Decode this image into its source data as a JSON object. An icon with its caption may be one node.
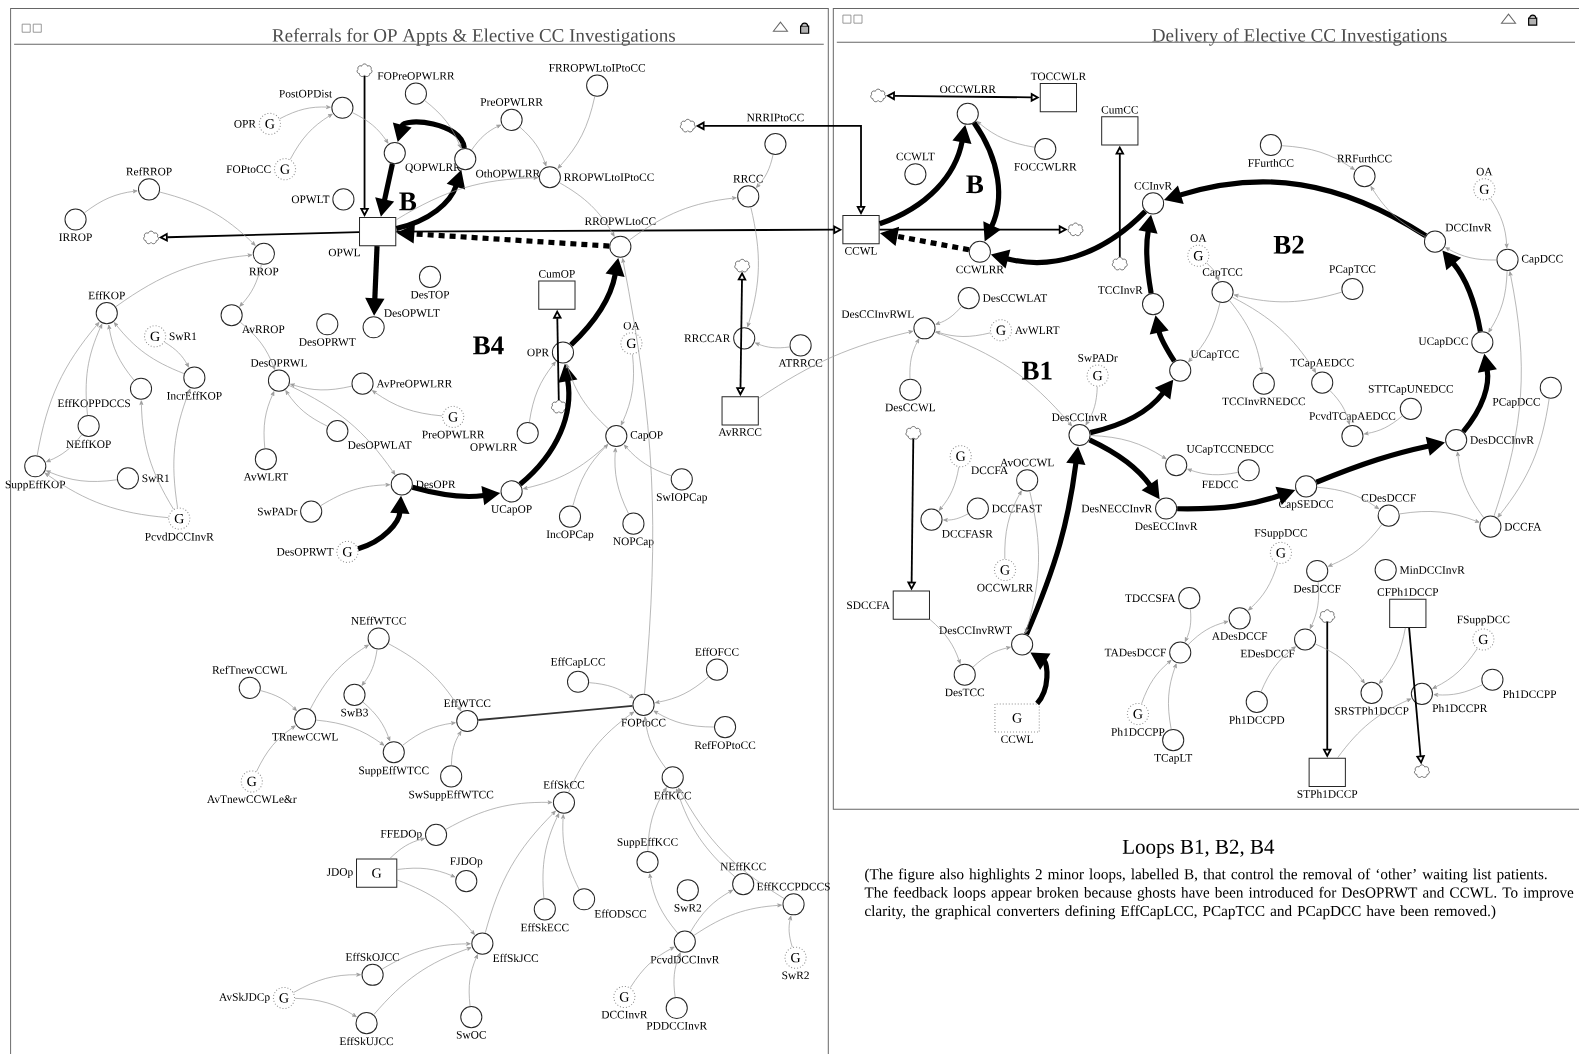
{
  "diagram": {
    "title": "Loops B1, B2, B4",
    "caption": "(The figure also highlights 2 minor loops, labelled B, that control the removal of ‘other’ waiting list patients. The feedback loops appear broken because ghosts have been introduced for DesOPRWT and CCWL. To improve clarity, the graphical converters defining EffCapLCC, PCapTCC and PCapDCC have been removed.)",
    "nodes": [
      {
        "text": [
          "Referrals for OP Appts & Elective CC Investigations"
        ]
      },
      {
        "text": [],
        "shape": "cloud",
        "in": 0
      },
      {
        "text": [
          "PostOPDist"
        ],
        "in": 0
      },
      {
        "text": [
          "OPR",
          "G"
        ],
        "in": 0
      },
      {
        "text": [
          "FOPtoCC",
          "G"
        ],
        "in": 0
      },
      {
        "text": [
          "FOPreOPWLRR"
        ],
        "in": 0
      },
      {
        "text": [
          "FRROPWLtoIPtoCC"
        ],
        "in": 0
      },
      {
        "text": [
          "PreOPWLRR"
        ],
        "in": 0
      },
      {
        "text": [
          "QOPWLRR"
        ],
        "in": 0
      },
      {
        "text": [
          "OthOPWLRR"
        ],
        "in": 0
      },
      {
        "text": [
          "RROPWLtoIPtoCC"
        ],
        "in": 0
      },
      {
        "text": [
          "OPWLT"
        ],
        "in": 0
      },
      {
        "text": [
          "IRROP"
        ],
        "in": 0
      },
      {
        "text": [
          "RefRROP"
        ],
        "in": 0
      },
      {
        "text": [],
        "shape": "cloud",
        "in": 0
      },
      {
        "text": [
          "OPWL"
        ],
        "in": 0
      },
      {
        "text": [
          "RROP"
        ],
        "in": 0
      },
      {
        "text": [
          "RROPWLtoCC"
        ],
        "in": 0
      },
      {
        "text": [
          "RRCC"
        ],
        "in": 0
      },
      {
        "text": [
          "NRRIPtoCC"
        ],
        "in": 0
      },
      {
        "text": [],
        "shape": "cloud",
        "in": 0
      },
      {
        "text": [
          "DesTOP"
        ],
        "in": 0
      },
      {
        "text": [
          "DesOPWLT"
        ],
        "in": 0
      },
      {
        "text": [
          "DesOPRWT"
        ],
        "in": 0
      },
      {
        "text": [
          "AvRROP"
        ],
        "in": 0
      },
      {
        "text": [
          "DesOPRWL"
        ],
        "in": 0
      },
      {
        "text": [
          "AvPreOPWLRR"
        ],
        "in": 0
      },
      {
        "text": [
          "EffKOP"
        ],
        "in": 0
      },
      {
        "text": [
          "G",
          "SwR1"
        ],
        "in": 0
      },
      {
        "text": [
          "IncrEffKOP"
        ],
        "in": 0
      },
      {
        "text": [
          "EffKOPPDCCS"
        ],
        "in": 0
      },
      {
        "text": [
          "NEffKOP"
        ],
        "in": 0
      },
      {
        "text": [
          "SuppEffKOP"
        ],
        "in": 0
      },
      {
        "text": [
          "SwR1"
        ],
        "in": 0
      },
      {
        "text": [
          "G",
          "PcvdDCCInvR"
        ],
        "in": 0
      },
      {
        "text": [
          "DesOPWLAT"
        ],
        "in": 0
      },
      {
        "text": [
          "AvWLRT"
        ],
        "in": 0
      },
      {
        "text": [
          "SwPADr"
        ],
        "in": 0
      },
      {
        "text": [
          "G",
          "PreOPWLRR"
        ],
        "in": 0
      },
      {
        "text": [
          "OPWLRR"
        ],
        "in": 0
      },
      {
        "text": [
          "DesOPR"
        ],
        "in": 0
      },
      {
        "text": [
          "DesOPRWT",
          "G"
        ],
        "in": 0
      },
      {
        "text": [
          "UCapOP"
        ],
        "in": 0
      },
      {
        "text": [
          "CumOP"
        ],
        "in": 0
      },
      {
        "text": [
          "OPR"
        ],
        "in": 0
      },
      {
        "text": [],
        "shape": "cloud",
        "in": 0
      },
      {
        "text": [
          "OA",
          "G"
        ],
        "in": 0
      },
      {
        "text": [
          "CapOP"
        ],
        "in": 0
      },
      {
        "text": [
          "SwIOPCap"
        ],
        "in": 0
      },
      {
        "text": [
          "IncOPCap"
        ],
        "in": 0
      },
      {
        "text": [
          "NOPCap"
        ],
        "in": 0
      },
      {
        "text": [
          "RRCCAR"
        ],
        "in": 0
      },
      {
        "text": [
          "ATRRCC"
        ],
        "in": 0
      },
      {
        "text": [],
        "shape": "cloud",
        "in": 0
      },
      {
        "text": [
          "AvRRCC"
        ],
        "in": 0
      },
      {
        "text": [
          "NEffWTCC"
        ],
        "in": 0
      },
      {
        "text": [
          "RefTnewCCWL"
        ],
        "in": 0
      },
      {
        "text": [
          "SwB3"
        ],
        "in": 0
      },
      {
        "text": [
          "TRnewCCWL"
        ],
        "in": 0
      },
      {
        "text": [
          "EffWTCC"
        ],
        "in": 0
      },
      {
        "text": [
          "SuppEffWTCC"
        ],
        "in": 0
      },
      {
        "text": [
          "G",
          "AvTnewCCWLe&r"
        ],
        "in": 0
      },
      {
        "text": [
          "EffCapLCC"
        ],
        "in": 0
      },
      {
        "text": [
          "FOPtoCC"
        ],
        "in": 0
      },
      {
        "text": [
          "EffOFCC"
        ],
        "in": 0
      },
      {
        "text": [
          "RefFOPtoCC"
        ],
        "in": 0
      },
      {
        "text": [
          "EffSkCC"
        ],
        "in": 0
      },
      {
        "text": [
          "SwSuppEffWTCC"
        ],
        "in": 0
      },
      {
        "text": [
          "EffKCC"
        ],
        "in": 0
      },
      {
        "text": [
          "FFEDOp"
        ],
        "in": 0
      },
      {
        "text": [
          "JDOp",
          "G"
        ],
        "in": 0
      },
      {
        "text": [
          "FJDOp"
        ],
        "in": 0
      },
      {
        "text": [
          "EffSkECC"
        ],
        "in": 0
      },
      {
        "text": [
          "EffODSCC"
        ],
        "in": 0
      },
      {
        "text": [
          "SuppEffKCC"
        ],
        "in": 0
      },
      {
        "text": [
          "NEffKCC"
        ],
        "in": 0
      },
      {
        "text": [
          "SwR2"
        ],
        "in": 0
      },
      {
        "text": [
          "EffKCCPDCCS"
        ],
        "in": 0
      },
      {
        "text": [
          "G",
          "SwR2"
        ],
        "in": 0
      },
      {
        "text": [
          "PcvdDCCInvR"
        ],
        "in": 0
      },
      {
        "text": [
          "G",
          "DCCInvR"
        ],
        "in": 0
      },
      {
        "text": [
          "PDDCCInvR"
        ],
        "in": 0
      },
      {
        "text": [
          "EffSkJCC"
        ],
        "in": 0
      },
      {
        "text": [
          "EffSkOJCC"
        ],
        "in": 0
      },
      {
        "text": [
          "AvSkJDCp",
          "G"
        ],
        "in": 0
      },
      {
        "text": [
          "EffSkUJCC"
        ],
        "in": 0
      },
      {
        "text": [
          "SwOC"
        ],
        "in": 0
      },
      {
        "text": [
          "Delivery of Elective CC Investigations"
        ]
      },
      {
        "text": [],
        "shape": "cloud",
        "in": 87
      },
      {
        "text": [
          "OCCWLRR"
        ],
        "in": 87
      },
      {
        "text": [
          "TOCCWLR"
        ],
        "in": 87
      },
      {
        "text": [
          "CCWLT"
        ],
        "in": 87
      },
      {
        "text": [
          "FOCCWLRR"
        ],
        "in": 87
      },
      {
        "text": [
          "CumCC"
        ],
        "in": 87
      },
      {
        "text": [
          "CCWL"
        ],
        "in": 87
      },
      {
        "text": [
          "CCWLRR"
        ],
        "in": 87
      },
      {
        "text": [],
        "shape": "cloud",
        "in": 87
      },
      {
        "text": [
          "CCInvR"
        ],
        "in": 87
      },
      {
        "text": [],
        "shape": "cloud",
        "in": 87
      },
      {
        "text": [
          "TCCInvR"
        ],
        "in": 87
      },
      {
        "text": [
          "DesCCWLAT"
        ],
        "in": 87
      },
      {
        "text": [
          "DesCCInvRWL"
        ],
        "in": 87
      },
      {
        "text": [
          "G",
          "AvWLRT"
        ],
        "in": 87
      },
      {
        "text": [
          "SwPADr",
          "G"
        ],
        "in": 87
      },
      {
        "text": [
          "DesCCWL"
        ],
        "in": 87
      },
      {
        "text": [
          "UCapTCC"
        ],
        "in": 87
      },
      {
        "text": [
          "DesCCInvR"
        ],
        "in": 87
      },
      {
        "text": [
          "UCapTCCNEDCC"
        ],
        "in": 87
      },
      {
        "text": [
          "DesNECCInvR",
          "DesECCInvR"
        ],
        "in": 87
      },
      {
        "text": [
          "FEDCC"
        ],
        "in": 87
      },
      {
        "text": [
          "G",
          "DCCFA"
        ],
        "in": 87
      },
      {
        "text": [
          "AvOCCWL"
        ],
        "in": 87
      },
      {
        "text": [
          "DCCFASR"
        ],
        "in": 87
      },
      {
        "text": [
          "DCCFAST"
        ],
        "in": 87
      },
      {
        "text": [
          "G",
          "OCCWLRR"
        ],
        "in": 87
      },
      {
        "text": [],
        "shape": "cloud",
        "in": 87
      },
      {
        "text": [
          "SDCCFA"
        ],
        "in": 87
      },
      {
        "text": [
          "DesCCInvRWT"
        ],
        "in": 87
      },
      {
        "text": [
          "DesTCC"
        ],
        "in": 87
      },
      {
        "text": [
          "G",
          "CCWL"
        ],
        "in": 87
      },
      {
        "text": [
          "OA",
          "G"
        ],
        "in": 87
      },
      {
        "text": [
          "CapTCC"
        ],
        "in": 87
      },
      {
        "text": [
          "PCapTCC"
        ],
        "in": 87
      },
      {
        "text": [
          "FFurthCC"
        ],
        "in": 87
      },
      {
        "text": [
          "RRFurthCC"
        ],
        "in": 87
      },
      {
        "text": [
          "OA",
          "G"
        ],
        "in": 87
      },
      {
        "text": [
          "DCCInvR"
        ],
        "in": 87
      },
      {
        "text": [
          "CapDCC"
        ],
        "in": 87
      },
      {
        "text": [
          "TCapAEDCC"
        ],
        "in": 87
      },
      {
        "text": [
          "TCCInvRNEDCC"
        ],
        "in": 87
      },
      {
        "text": [
          "STTCapUNEDCC"
        ],
        "in": 87
      },
      {
        "text": [
          "PcvdTCapAEDCC"
        ],
        "in": 87
      },
      {
        "text": [
          "UCapDCC"
        ],
        "in": 87
      },
      {
        "text": [
          "DesDCCInvR"
        ],
        "in": 87
      },
      {
        "text": [
          "PCapDCC"
        ],
        "in": 87
      },
      {
        "text": [
          "CapSEDCC"
        ],
        "in": 87
      },
      {
        "text": [
          "CDesDCCF"
        ],
        "in": 87
      },
      {
        "text": [
          "DCCFA"
        ],
        "in": 87
      },
      {
        "text": [
          "TDCCSFA"
        ],
        "in": 87
      },
      {
        "text": [
          "FSuppDCC",
          "G"
        ],
        "in": 87
      },
      {
        "text": [
          "MinDCCInvR"
        ],
        "in": 87
      },
      {
        "text": [
          "DesDCCF"
        ],
        "in": 87
      },
      {
        "text": [
          "CFPh1DCCP"
        ],
        "in": 87
      },
      {
        "text": [
          "ADesDCCF"
        ],
        "in": 87
      },
      {
        "text": [
          "EDesDCCF"
        ],
        "in": 87
      },
      {
        "text": [
          "TADesDCCF"
        ],
        "in": 87
      },
      {
        "text": [
          "FSuppDCC",
          "G"
        ],
        "in": 87
      },
      {
        "text": [
          "Ph1DCCPP"
        ],
        "in": 87
      },
      {
        "text": [
          "SRSTPh1DCCP"
        ],
        "in": 87
      },
      {
        "text": [
          "Ph1DCCPR"
        ],
        "in": 87
      },
      {
        "text": [
          "Ph1DCCPD"
        ],
        "in": 87
      },
      {
        "text": [
          "G",
          "Ph1DCCPP"
        ],
        "in": 87
      },
      {
        "text": [
          "TCapLT"
        ],
        "in": 87
      },
      {
        "text": [],
        "shape": "cloud",
        "in": 87
      },
      {
        "text": [
          "STPh1DCCP"
        ],
        "in": 87
      },
      {
        "text": [],
        "shape": "cloud",
        "in": 87
      }
    ],
    "edges": [
      {
        "from": 1,
        "to": 15,
        "arrow": "to",
        "color": "#000000"
      },
      {
        "from": 15,
        "to": 14,
        "arrow": "to",
        "color": "#000000"
      },
      {
        "from": 15,
        "to": 94,
        "arrow": "to",
        "color": "#000000"
      },
      {
        "from": 20,
        "to": 94,
        "arrow": "both",
        "color": "#000000"
      },
      {
        "from": 45,
        "to": 43,
        "arrow": "to",
        "color": "#000000"
      },
      {
        "from": 53,
        "to": 54,
        "arrow": "both",
        "color": "#000000"
      },
      {
        "from": 88,
        "to": 90,
        "arrow": "both",
        "color": "#000000"
      },
      {
        "from": 94,
        "to": 96,
        "arrow": "to",
        "color": "#000000"
      },
      {
        "from": 98,
        "to": 93,
        "arrow": "to",
        "color": "#000000"
      },
      {
        "from": 115,
        "to": 116,
        "arrow": "to",
        "color": "#000000"
      },
      {
        "from": 153,
        "to": 154,
        "arrow": "to",
        "color": "#000000"
      },
      {
        "from": 142,
        "to": 155,
        "arrow": "to",
        "color": "#000000"
      },
      {
        "from": 41,
        "to": 40,
        "arrow": "to",
        "style": "thick",
        "color": "#000000"
      },
      {
        "from": 40,
        "to": 42,
        "arrow": "to",
        "style": "thick",
        "color": "#000000"
      },
      {
        "from": 42,
        "to": 44,
        "arrow": "to",
        "style": "thick",
        "color": "#000000"
      },
      {
        "from": 44,
        "to": 17,
        "arrow": "to",
        "style": "thick",
        "color": "#000000"
      },
      {
        "from": 17,
        "to": 15,
        "arrow": "to",
        "style": "dashed",
        "color": "#000000"
      },
      {
        "from": 15,
        "to": 22,
        "arrow": "to",
        "style": "thick",
        "color": "#000000"
      },
      {
        "from": 8,
        "to": 15,
        "arrow": "to",
        "style": "thick",
        "color": "#000000"
      },
      {
        "from": 15,
        "to": 9,
        "arrow": "to",
        "style": "thick",
        "color": "#000000"
      },
      {
        "from": 9,
        "to": 8,
        "arrow": "to",
        "style": "thick",
        "color": "#000000"
      },
      {
        "from": 94,
        "to": 89,
        "arrow": "to",
        "style": "thick",
        "color": "#000000"
      },
      {
        "from": 89,
        "to": 95,
        "arrow": "to",
        "style": "thick",
        "color": "#000000"
      },
      {
        "from": 95,
        "to": 94,
        "arrow": "to",
        "style": "dashed",
        "color": "#000000"
      },
      {
        "from": 97,
        "to": 95,
        "arrow": "to",
        "style": "thick",
        "color": "#000000"
      },
      {
        "from": 126,
        "to": 97,
        "arrow": "to",
        "style": "thick",
        "color": "#000000"
      },
      {
        "from": 99,
        "to": 97,
        "arrow": "to",
        "style": "thick",
        "color": "#000000"
      },
      {
        "from": 105,
        "to": 99,
        "arrow": "to",
        "style": "thick",
        "color": "#000000"
      },
      {
        "from": 106,
        "to": 105,
        "arrow": "to",
        "style": "thick",
        "color": "#000000"
      },
      {
        "from": 119,
        "to": 117,
        "arrow": "to",
        "style": "thick",
        "color": "#000000"
      },
      {
        "from": 117,
        "to": 106,
        "arrow": "to",
        "style": "thick",
        "color": "#000000"
      },
      {
        "from": 106,
        "to": 108,
        "arrow": "to",
        "style": "thick",
        "color": "#000000"
      },
      {
        "from": 108,
        "to": 135,
        "arrow": "to",
        "style": "thick",
        "color": "#000000"
      },
      {
        "from": 135,
        "to": 133,
        "arrow": "to",
        "style": "thick",
        "color": "#000000"
      },
      {
        "from": 133,
        "to": 132,
        "arrow": "to",
        "style": "thick",
        "color": "#000000"
      },
      {
        "from": 132,
        "to": 126,
        "arrow": "to",
        "style": "thick",
        "color": "#000000"
      },
      {
        "from": 3,
        "to": 2,
        "arrow": "to"
      },
      {
        "from": 4,
        "to": 2,
        "arrow": "to"
      },
      {
        "from": 2,
        "to": 8,
        "arrow": "to"
      },
      {
        "from": 5,
        "to": 9,
        "arrow": "to"
      },
      {
        "from": 9,
        "to": 7,
        "arrow": "to"
      },
      {
        "from": 7,
        "to": 10,
        "arrow": "to"
      },
      {
        "from": 6,
        "to": 10,
        "arrow": "to"
      },
      {
        "from": 15,
        "to": 10,
        "arrow": "to"
      },
      {
        "from": 10,
        "to": 17,
        "arrow": "to"
      },
      {
        "from": 12,
        "to": 13,
        "arrow": "to"
      },
      {
        "from": 13,
        "to": 16,
        "arrow": "to"
      },
      {
        "from": 27,
        "to": 16,
        "arrow": "to"
      },
      {
        "from": 16,
        "to": 24,
        "arrow": "to"
      },
      {
        "from": 24,
        "to": 25,
        "arrow": "to"
      },
      {
        "from": 26,
        "to": 25,
        "arrow": "to"
      },
      {
        "from": 35,
        "to": 25,
        "arrow": "to"
      },
      {
        "from": 36,
        "to": 25,
        "arrow": "to"
      },
      {
        "from": 25,
        "to": 40,
        "arrow": "to"
      },
      {
        "from": 37,
        "to": 40,
        "arrow": "to"
      },
      {
        "from": 38,
        "to": 26,
        "arrow": "to"
      },
      {
        "from": 39,
        "to": 44,
        "arrow": "to"
      },
      {
        "from": 46,
        "to": 47,
        "arrow": "to"
      },
      {
        "from": 47,
        "to": 42,
        "arrow": "to"
      },
      {
        "from": 48,
        "to": 47,
        "arrow": "to"
      },
      {
        "from": 49,
        "to": 47,
        "arrow": "to"
      },
      {
        "from": 50,
        "to": 47,
        "arrow": "to"
      },
      {
        "from": 47,
        "to": 44,
        "arrow": "to"
      },
      {
        "from": 17,
        "to": 18,
        "arrow": "to"
      },
      {
        "from": 19,
        "to": 18,
        "arrow": "to"
      },
      {
        "from": 18,
        "to": 51,
        "arrow": "to"
      },
      {
        "from": 52,
        "to": 51,
        "arrow": "to"
      },
      {
        "from": 54,
        "to": 101,
        "arrow": "to"
      },
      {
        "from": 63,
        "to": 17,
        "arrow": "to"
      },
      {
        "from": 28,
        "to": 29,
        "arrow": "to"
      },
      {
        "from": 30,
        "to": 27,
        "arrow": "to"
      },
      {
        "from": 29,
        "to": 27,
        "arrow": "to"
      },
      {
        "from": 31,
        "to": 27,
        "arrow": "to"
      },
      {
        "from": 31,
        "to": 32,
        "arrow": "to"
      },
      {
        "from": 33,
        "to": 32,
        "arrow": "to"
      },
      {
        "from": 32,
        "to": 27,
        "arrow": "to"
      },
      {
        "from": 34,
        "to": 32,
        "arrow": "to"
      },
      {
        "from": 34,
        "to": 30,
        "arrow": "to"
      },
      {
        "from": 34,
        "to": 29,
        "arrow": "to"
      },
      {
        "from": 56,
        "to": 58,
        "arrow": "to"
      },
      {
        "from": 61,
        "to": 58,
        "arrow": "to"
      },
      {
        "from": 58,
        "to": 55,
        "arrow": "to"
      },
      {
        "from": 55,
        "to": 57,
        "arrow": "to"
      },
      {
        "from": 55,
        "to": 59,
        "arrow": "to"
      },
      {
        "from": 57,
        "to": 60,
        "arrow": "to"
      },
      {
        "from": 58,
        "to": 60,
        "arrow": "to"
      },
      {
        "from": 60,
        "to": 59,
        "arrow": "to"
      },
      {
        "from": 67,
        "to": 59,
        "arrow": "to"
      },
      {
        "from": 59,
        "to": 63,
        "arrow": "none",
        "color": "#333333"
      },
      {
        "from": 62,
        "to": 63,
        "arrow": "to"
      },
      {
        "from": 64,
        "to": 63,
        "arrow": "to"
      },
      {
        "from": 65,
        "to": 63,
        "arrow": "to"
      },
      {
        "from": 66,
        "to": 63,
        "arrow": "to"
      },
      {
        "from": 68,
        "to": 63,
        "arrow": "to"
      },
      {
        "from": 69,
        "to": 66,
        "arrow": "to"
      },
      {
        "from": 70,
        "to": 69,
        "arrow": "to"
      },
      {
        "from": 70,
        "to": 71,
        "arrow": "to"
      },
      {
        "from": 70,
        "to": 82,
        "arrow": "to"
      },
      {
        "from": 82,
        "to": 66,
        "arrow": "to"
      },
      {
        "from": 72,
        "to": 66,
        "arrow": "to"
      },
      {
        "from": 73,
        "to": 66,
        "arrow": "to"
      },
      {
        "from": 83,
        "to": 82,
        "arrow": "to"
      },
      {
        "from": 85,
        "to": 82,
        "arrow": "to"
      },
      {
        "from": 86,
        "to": 82,
        "arrow": "to"
      },
      {
        "from": 84,
        "to": 83,
        "arrow": "to"
      },
      {
        "from": 84,
        "to": 85,
        "arrow": "to"
      },
      {
        "from": 74,
        "to": 68,
        "arrow": "to"
      },
      {
        "from": 75,
        "to": 68,
        "arrow": "to"
      },
      {
        "from": 77,
        "to": 68,
        "arrow": "to"
      },
      {
        "from": 79,
        "to": 74,
        "arrow": "to"
      },
      {
        "from": 79,
        "to": 75,
        "arrow": "to"
      },
      {
        "from": 79,
        "to": 77,
        "arrow": "to"
      },
      {
        "from": 78,
        "to": 77,
        "arrow": "to"
      },
      {
        "from": 80,
        "to": 79,
        "arrow": "to"
      },
      {
        "from": 81,
        "to": 79,
        "arrow": "to"
      },
      {
        "from": 92,
        "to": 89,
        "arrow": "to"
      },
      {
        "from": 100,
        "to": 101,
        "arrow": "to"
      },
      {
        "from": 102,
        "to": 101,
        "arrow": "to"
      },
      {
        "from": 104,
        "to": 101,
        "arrow": "to"
      },
      {
        "from": 101,
        "to": 106,
        "arrow": "to"
      },
      {
        "from": 103,
        "to": 106,
        "arrow": "to"
      },
      {
        "from": 110,
        "to": 112,
        "arrow": "to"
      },
      {
        "from": 113,
        "to": 112,
        "arrow": "to"
      },
      {
        "from": 116,
        "to": 118,
        "arrow": "to"
      },
      {
        "from": 118,
        "to": 117,
        "arrow": "to"
      },
      {
        "from": 114,
        "to": 111,
        "arrow": "to"
      },
      {
        "from": 106,
        "to": 107,
        "arrow": "to"
      },
      {
        "from": 109,
        "to": 107,
        "arrow": "to"
      },
      {
        "from": 120,
        "to": 121,
        "arrow": "to"
      },
      {
        "from": 121,
        "to": 105,
        "arrow": "to"
      },
      {
        "from": 122,
        "to": 121,
        "arrow": "to"
      },
      {
        "from": 121,
        "to": 129,
        "arrow": "to"
      },
      {
        "from": 121,
        "to": 128,
        "arrow": "to"
      },
      {
        "from": 128,
        "to": 131,
        "arrow": "to"
      },
      {
        "from": 130,
        "to": 131,
        "arrow": "to"
      },
      {
        "from": 123,
        "to": 124,
        "arrow": "to"
      },
      {
        "from": 126,
        "to": 124,
        "arrow": "to"
      },
      {
        "from": 125,
        "to": 127,
        "arrow": "to"
      },
      {
        "from": 127,
        "to": 126,
        "arrow": "to"
      },
      {
        "from": 127,
        "to": 132,
        "arrow": "to"
      },
      {
        "from": 137,
        "to": 133,
        "arrow": "to"
      },
      {
        "from": 137,
        "to": 127,
        "arrow": "to"
      },
      {
        "from": 135,
        "to": 136,
        "arrow": "to"
      },
      {
        "from": 136,
        "to": 137,
        "arrow": "to"
      },
      {
        "from": 139,
        "to": 143,
        "arrow": "to"
      },
      {
        "from": 136,
        "to": 141,
        "arrow": "to"
      },
      {
        "from": 141,
        "to": 144,
        "arrow": "to"
      },
      {
        "from": 138,
        "to": 145,
        "arrow": "to"
      },
      {
        "from": 145,
        "to": 143,
        "arrow": "to"
      },
      {
        "from": 151,
        "to": 145,
        "arrow": "to"
      },
      {
        "from": 152,
        "to": 145,
        "arrow": "to"
      },
      {
        "from": 150,
        "to": 144,
        "arrow": "to"
      },
      {
        "from": 144,
        "to": 148,
        "arrow": "to"
      },
      {
        "from": 142,
        "to": 148,
        "arrow": "to"
      },
      {
        "from": 146,
        "to": 149,
        "arrow": "to"
      },
      {
        "from": 147,
        "to": 149,
        "arrow": "to"
      },
      {
        "from": 154,
        "to": 149,
        "arrow": "to"
      },
      {
        "from": 134,
        "to": 137,
        "arrow": "to"
      },
      {
        "from": 111,
        "to": 117,
        "arrow": "to"
      }
    ],
    "labels": [
      "B",
      "B",
      "B2",
      "B4",
      "B1"
    ]
  }
}
